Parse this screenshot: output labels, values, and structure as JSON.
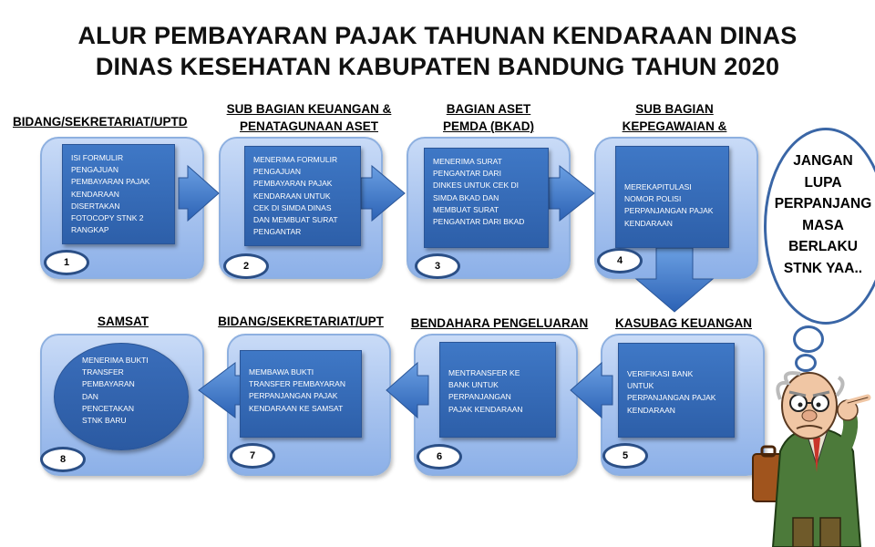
{
  "title": {
    "line1": "ALUR PEMBAYARAN PAJAK TAHUNAN KENDARAAN DINAS",
    "line2": "DINAS KESEHATAN KABUPATEN BANDUNG TAHUN 2020"
  },
  "steps": [
    {
      "number": "1",
      "header": [
        "BIDANG/SEKRETARIAT/UPTD"
      ],
      "text": [
        "ISI FORMULIR",
        "PENGAJUAN",
        "PEMBAYARAN PAJAK",
        "KENDARAAN",
        "DISERTAKAN",
        "FOTOCOPY STNK 2",
        "RANGKAP"
      ]
    },
    {
      "number": "2",
      "header": [
        "SUB BAGIAN KEUANGAN &",
        "PENATAGUNAAN ASET"
      ],
      "text": [
        "MENERIMA FORMULIR",
        "PENGAJUAN",
        "PEMBAYARAN PAJAK",
        "KENDARAAN UNTUK",
        "CEK DI SIMDA DINAS",
        "DAN MEMBUAT SURAT",
        "PENGANTAR"
      ]
    },
    {
      "number": "3",
      "header": [
        "BAGIAN ASET",
        "PEMDA (BKAD)"
      ],
      "text": [
        "MENERIMA SURAT",
        "PENGANTAR DARI",
        "DINKES UNTUK CEK DI",
        "SIMDA BKAD DAN",
        "MEMBUAT SURAT",
        "PENGANTAR DARI BKAD"
      ]
    },
    {
      "number": "4",
      "header": [
        "SUB BAGIAN",
        "KEPEGAWAIAN &"
      ],
      "text": [
        "MEREKAPITULASI",
        "NOMOR POLISI",
        "PERPANJANGAN PAJAK",
        "KENDARAAN"
      ]
    },
    {
      "number": "5",
      "header": [
        "KASUBAG KEUANGAN"
      ],
      "text": [
        "VERIFIKASI BANK",
        "UNTUK",
        "PERPANJANGAN PAJAK",
        "KENDARAAN"
      ]
    },
    {
      "number": "6",
      "header": [
        "BENDAHARA PENGELUARAN"
      ],
      "text": [
        "MENTRANSFER KE",
        "BANK UNTUK",
        "PERPANJANGAN",
        "PAJAK KENDARAAN"
      ]
    },
    {
      "number": "7",
      "header": [
        "BIDANG/SEKRETARIAT/UPT"
      ],
      "text": [
        "MEMBAWA BUKTI",
        "TRANSFER PEMBAYARAN",
        "PERPANJANGAN PAJAK",
        "KENDARAAN KE SAMSAT"
      ]
    },
    {
      "number": "8",
      "header": [
        "SAMSAT"
      ],
      "text": [
        "MENERIMA BUKTI",
        "TRANSFER",
        "PEMBAYARAN",
        "DAN",
        "PENCETAKAN",
        "STNK BARU"
      ]
    }
  ],
  "reminder": {
    "lines": [
      "JANGAN",
      "LUPA",
      "PERPANJANG",
      "MASA",
      "BERLAKU",
      "STNK YAA.."
    ]
  },
  "colors": {
    "box_fill": "#2f62ad",
    "panel_fill": "#a9c4ef",
    "arrow_fill": "#2f6fc9",
    "bubble_border": "#3a66a6"
  }
}
